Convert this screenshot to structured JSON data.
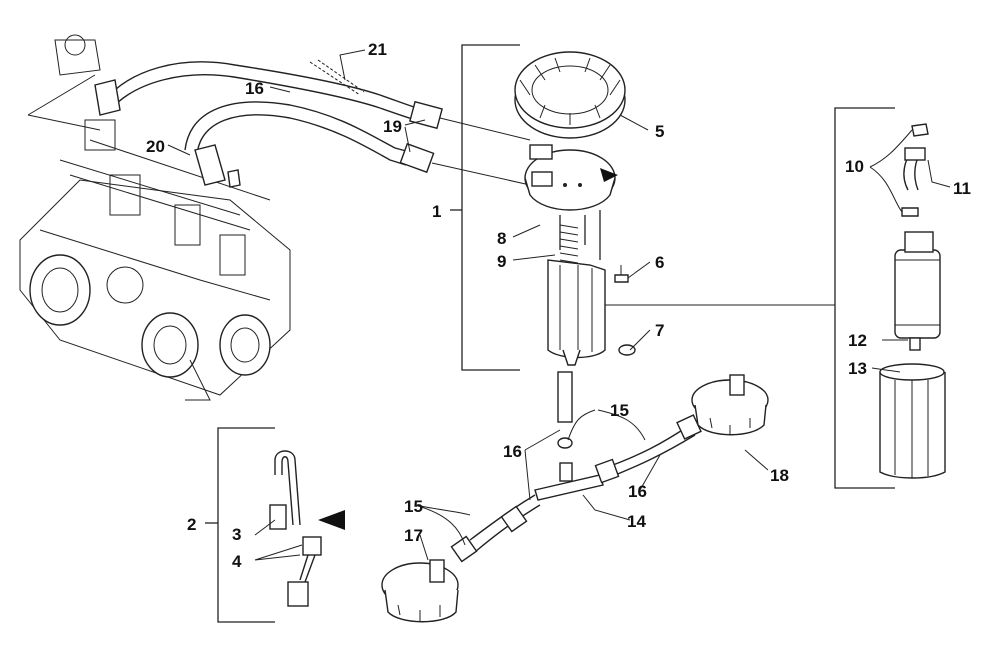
{
  "callouts": {
    "c1": "1",
    "c2": "2",
    "c3": "3",
    "c4": "4",
    "c5": "5",
    "c6": "6",
    "c7": "7",
    "c8": "8",
    "c9": "9",
    "c10": "10",
    "c11": "11",
    "c12": "12",
    "c13": "13",
    "c14": "14",
    "c15a": "15",
    "c15b": "15",
    "c16a": "16",
    "c16b": "16",
    "c16c": "16",
    "c17": "17",
    "c18": "18",
    "c19": "19",
    "c20": "20",
    "c21": "21"
  }
}
